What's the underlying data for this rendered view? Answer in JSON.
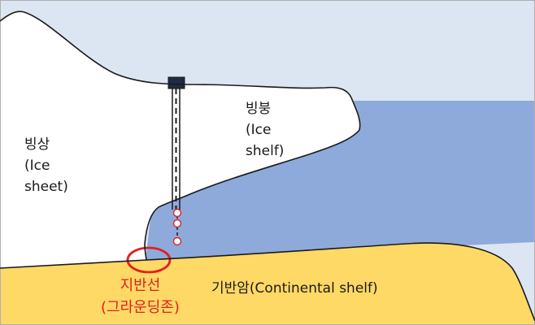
{
  "colors": {
    "sky": "#dce6f2",
    "ocean": "#8eaadb",
    "ice": "#ffffff",
    "bedrock": "#ffd966",
    "outline": "#1a1a1a",
    "instrument": "#1f2a44",
    "highlight": "#e02020"
  },
  "labels": {
    "ice_sheet": {
      "korean": "빙상",
      "english_open": "(Ice",
      "english_close": "sheet)"
    },
    "ice_shelf": {
      "korean": "빙붕",
      "english_open": "(Ice",
      "english_close": "shelf)"
    },
    "bedrock": "기반암(Continental shelf)",
    "grounding_line": {
      "korean": "지반선",
      "korean_alt": "(그라운딩존)"
    }
  },
  "icons": {
    "instrument": "borehole-instrument-icon",
    "sensor": "sensor-ring-icon",
    "highlight": "grounding-line-ellipse"
  }
}
